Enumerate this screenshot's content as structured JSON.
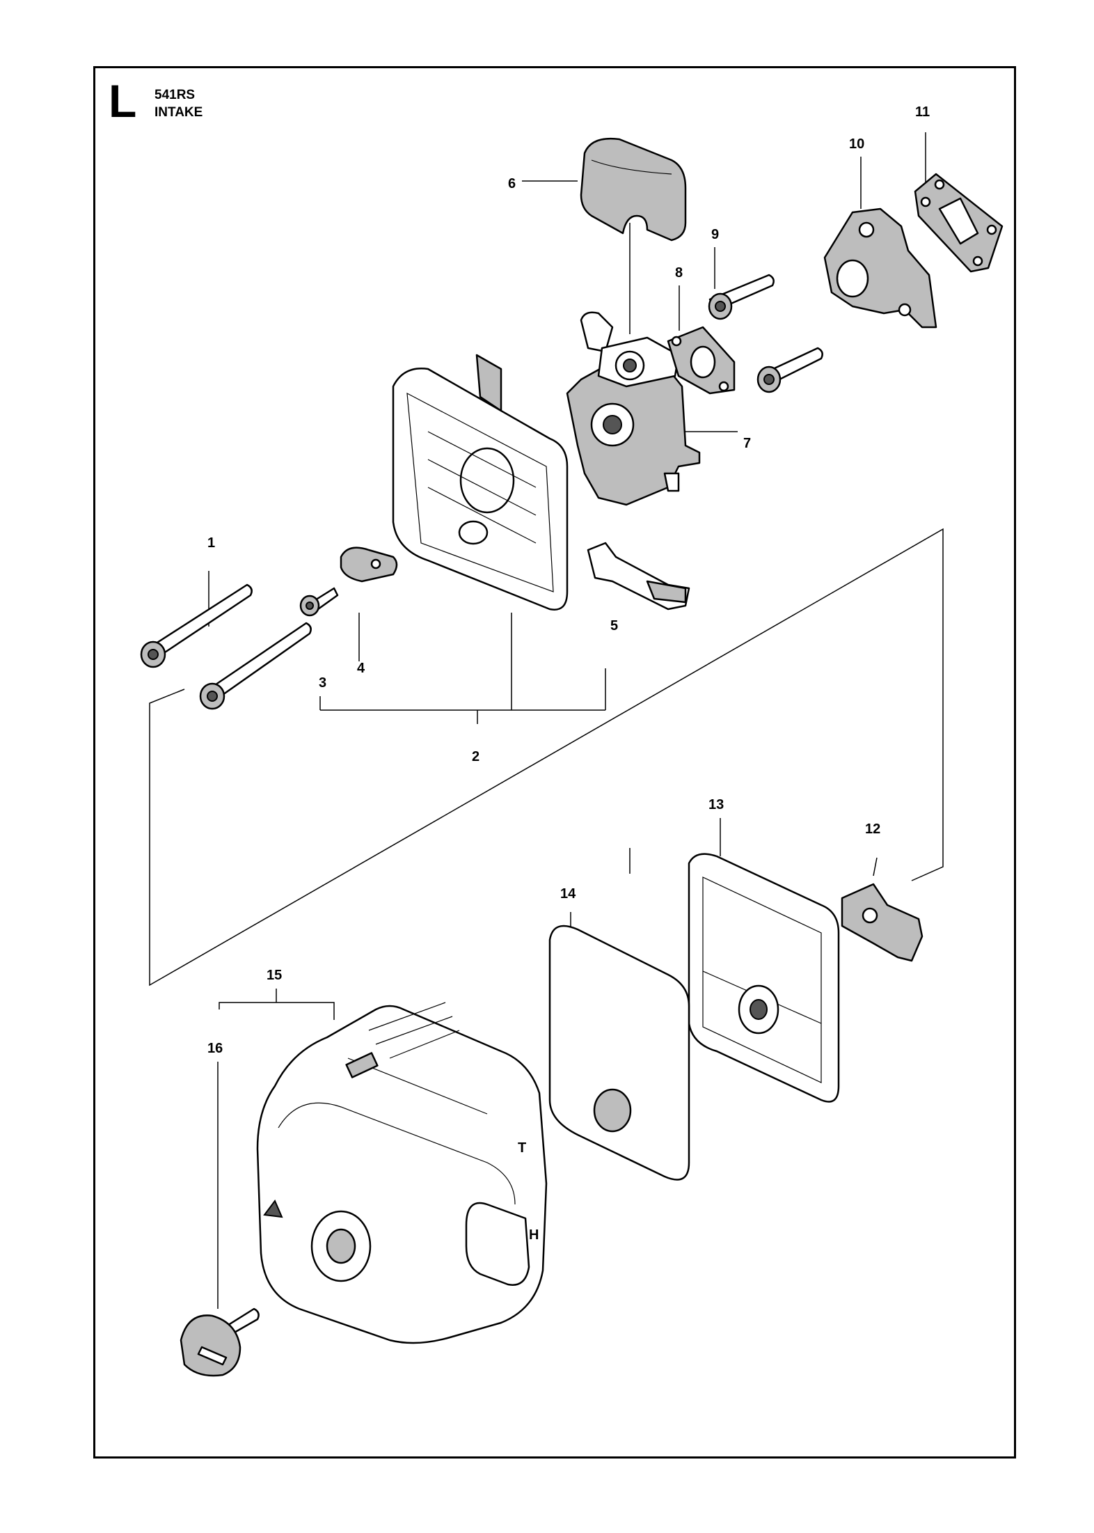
{
  "header": {
    "section_letter": "L",
    "model": "541RS",
    "title": "INTAKE"
  },
  "callouts": {
    "c1": "1",
    "c2": "2",
    "c3": "3",
    "c4": "4",
    "c5": "5",
    "c6": "6",
    "c7": "7",
    "c8": "8",
    "c9": "9",
    "c10": "10",
    "c11": "11",
    "c12": "12",
    "c13": "13",
    "c14": "14",
    "c15": "15",
    "c16": "16"
  },
  "cover_marks": {
    "t": "T",
    "h": "H"
  }
}
